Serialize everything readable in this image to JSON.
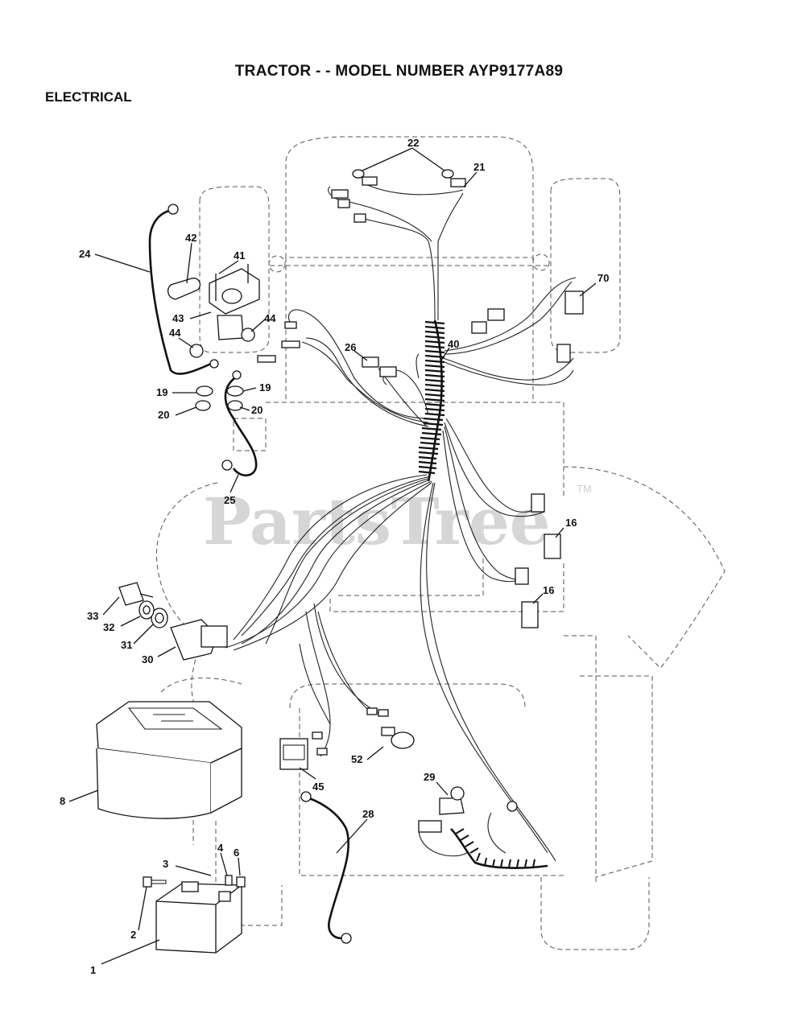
{
  "title": "TRACTOR - - MODEL NUMBER AYP9177A89",
  "section": "ELECTRICAL",
  "watermark": {
    "text": "PartsTree",
    "mark": "TM"
  },
  "callouts": [
    {
      "id": "c22",
      "label": "22"
    },
    {
      "id": "c21",
      "label": "21"
    },
    {
      "id": "c24",
      "label": "24"
    },
    {
      "id": "c42",
      "label": "42"
    },
    {
      "id": "c41",
      "label": "41"
    },
    {
      "id": "c70",
      "label": "70"
    },
    {
      "id": "c43",
      "label": "43"
    },
    {
      "id": "c44a",
      "label": "44"
    },
    {
      "id": "c44b",
      "label": "44"
    },
    {
      "id": "c26",
      "label": "26"
    },
    {
      "id": "c40",
      "label": "40"
    },
    {
      "id": "c19a",
      "label": "19"
    },
    {
      "id": "c19b",
      "label": "19"
    },
    {
      "id": "c20a",
      "label": "20"
    },
    {
      "id": "c20b",
      "label": "20"
    },
    {
      "id": "c25",
      "label": "25"
    },
    {
      "id": "c16a",
      "label": "16"
    },
    {
      "id": "c16b",
      "label": "16"
    },
    {
      "id": "c33",
      "label": "33"
    },
    {
      "id": "c32",
      "label": "32"
    },
    {
      "id": "c31",
      "label": "31"
    },
    {
      "id": "c30",
      "label": "30"
    },
    {
      "id": "c52",
      "label": "52"
    },
    {
      "id": "c45",
      "label": "45"
    },
    {
      "id": "c29",
      "label": "29"
    },
    {
      "id": "c8",
      "label": "8"
    },
    {
      "id": "c28",
      "label": "28"
    },
    {
      "id": "c3",
      "label": "3"
    },
    {
      "id": "c4",
      "label": "4"
    },
    {
      "id": "c6",
      "label": "6"
    },
    {
      "id": "c2",
      "label": "2"
    },
    {
      "id": "c1",
      "label": "1"
    }
  ]
}
